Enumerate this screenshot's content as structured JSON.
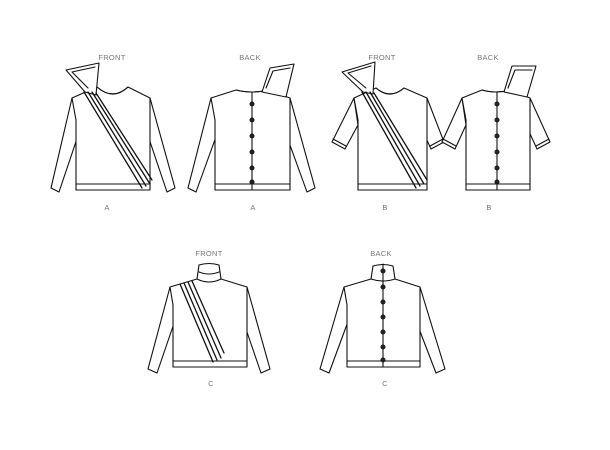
{
  "views": [
    {
      "id": "a-front",
      "heading": "FRONT",
      "caption": "A"
    },
    {
      "id": "a-back",
      "heading": "BACK",
      "caption": "A"
    },
    {
      "id": "b-front",
      "heading": "FRONT",
      "caption": "B"
    },
    {
      "id": "b-back",
      "heading": "BACK",
      "caption": "B"
    },
    {
      "id": "c-front",
      "heading": "FRONT",
      "caption": "C"
    },
    {
      "id": "c-back",
      "heading": "BACK",
      "caption": "C"
    }
  ],
  "buttons": {
    "a-back": 6,
    "b-back": 6,
    "c-back": 7
  },
  "colors": {
    "ink": "#111111",
    "label": "#777777",
    "paper": "#ffffff"
  }
}
